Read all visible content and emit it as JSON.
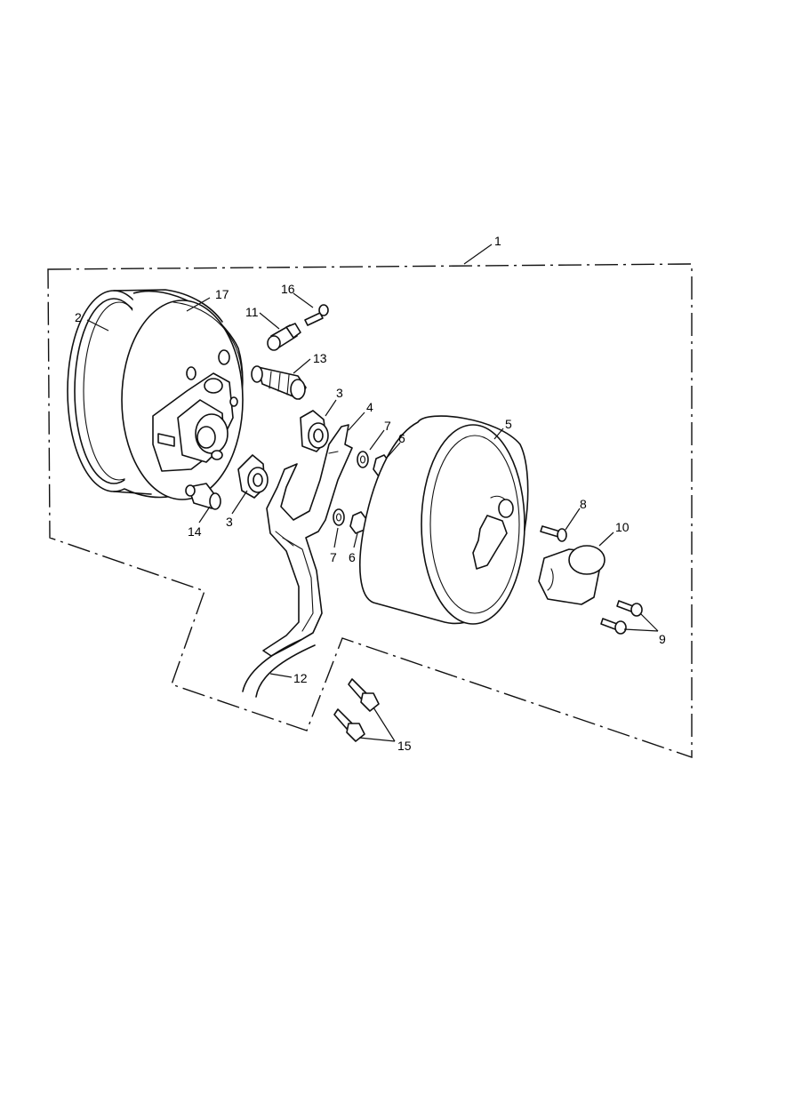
{
  "callouts": {
    "c1": "1",
    "c2": "2",
    "c3a": "3",
    "c3b": "3",
    "c4": "4",
    "c5": "5",
    "c6a": "6",
    "c6b": "6",
    "c7a": "7",
    "c7b": "7",
    "c8": "8",
    "c9": "9",
    "c10": "10",
    "c11": "11",
    "c12": "12",
    "c13": "13",
    "c14": "14",
    "c15": "15",
    "c16": "16",
    "c17": "17"
  }
}
